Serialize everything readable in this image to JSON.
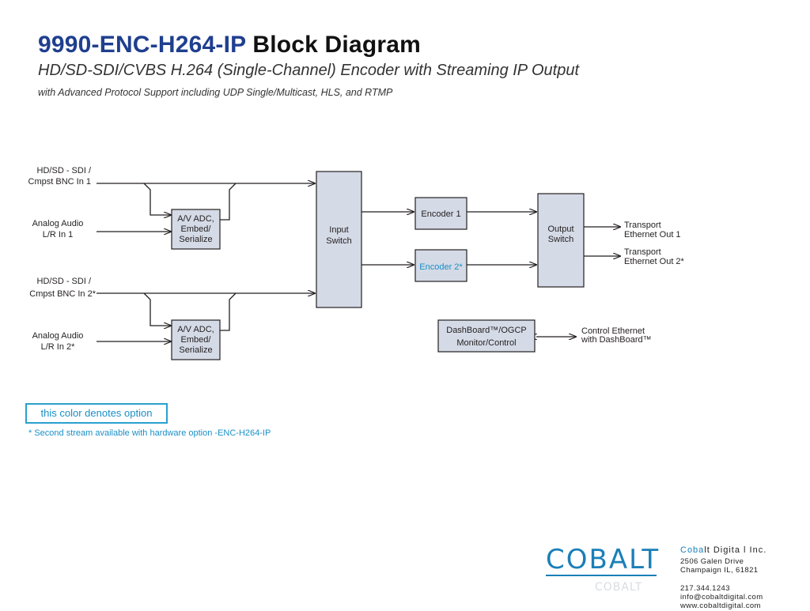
{
  "header": {
    "title_model": "9990-ENC-H264-IP",
    "title_rest": "Block Diagram",
    "subtitle": "HD/SD-SDI/CVBS H.264 (Single-Channel) Encoder with Streaming IP Output",
    "subtitle2": "with Advanced Protocol Support including UDP Single/Multicast, HLS, and RTMP"
  },
  "inputs": {
    "sdi1_line1": "HD/SD - SDI /",
    "sdi1_line2": "Cmpst BNC In 1",
    "audio1_line1": "Analog Audio",
    "audio1_line2": "L/R In 1",
    "sdi2_line1": "HD/SD - SDI /",
    "sdi2_line2": "Cmpst BNC In 2*",
    "audio2_line1": "Analog Audio",
    "audio2_line2": "L/R In 2*"
  },
  "blocks": {
    "adc1": [
      "A/V ADC,",
      "Embed/",
      "Serialize"
    ],
    "adc2": [
      "A/V ADC,",
      "Embed/",
      "Serialize"
    ],
    "input_switch": [
      "Input",
      "Switch"
    ],
    "encoder1": "Encoder 1",
    "encoder2": "Encoder 2*",
    "output_switch": [
      "Output",
      "Switch"
    ],
    "dashboard": [
      "DashBoard™/OGCP",
      "Monitor/Control"
    ]
  },
  "outputs": {
    "out1_line1": "Transport",
    "out1_line2": "Ethernet Out 1",
    "out2_line1": "Transport",
    "out2_line2": "Ethernet Out 2*",
    "ctrl_line1": "Control Ethernet",
    "ctrl_line2": "with DashBoard™"
  },
  "legend": {
    "option_label": "this color denotes option",
    "footnote": "* Second stream available with hardware option -ENC-H264-IP"
  },
  "company": {
    "logo": "COBALT",
    "reflection": "COBALT",
    "name_part1": "Coba",
    "name_part2": "lt Digita l Inc.",
    "address1": "2506 Galen Drive",
    "address2": "Champaign IL, 61821",
    "phone": "217.344.1243",
    "email": "info@cobaltdigital.com",
    "web": "www.cobaltdigital.com"
  },
  "colors": {
    "block_fill": "#d4dae6",
    "option_text": "#1a8fc7",
    "brand": "#1a7fb8",
    "title_model": "#1f3f8f"
  }
}
